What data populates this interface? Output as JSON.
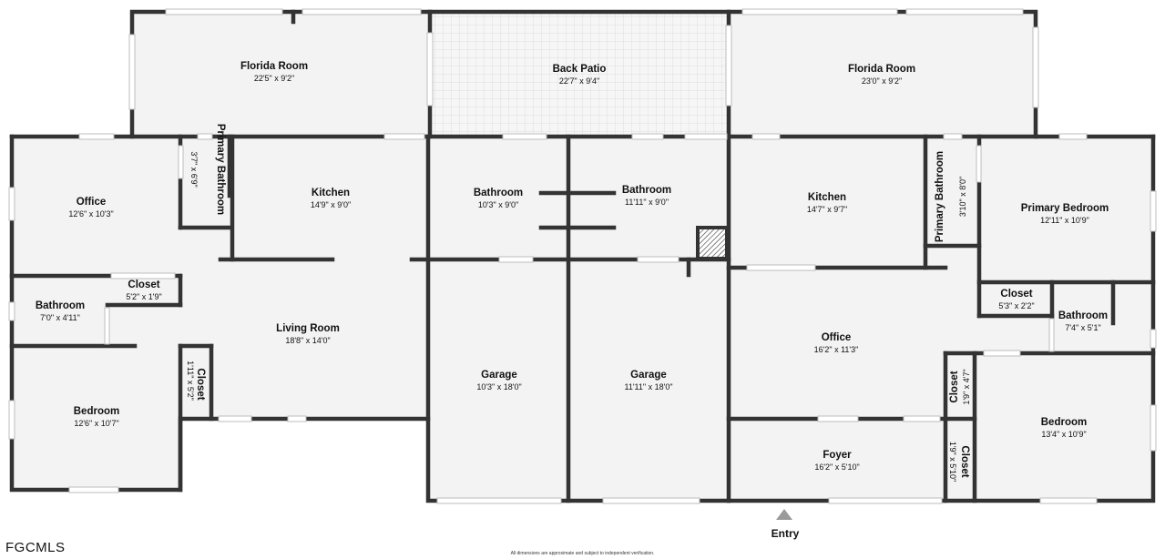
{
  "rooms": {
    "florida_room_left": {
      "name": "Florida Room",
      "dim": "22'5\" x 9'2\""
    },
    "back_patio": {
      "name": "Back Patio",
      "dim": "22'7\" x 9'4\""
    },
    "florida_room_right": {
      "name": "Florida Room",
      "dim": "23'0\" x 9'2\""
    },
    "office_left": {
      "name": "Office",
      "dim": "12'6\" x 10'3\""
    },
    "primary_bath_left": {
      "name": "Primary Bathroom",
      "dim": "3'7\" x 6'9\""
    },
    "kitchen_left": {
      "name": "Kitchen",
      "dim": "14'9\" x 9'0\""
    },
    "bathroom_mid_left": {
      "name": "Bathroom",
      "dim": "10'3\" x 9'0\""
    },
    "bathroom_mid_right": {
      "name": "Bathroom",
      "dim": "11'11\" x 9'0\""
    },
    "kitchen_right": {
      "name": "Kitchen",
      "dim": "14'7\" x 9'7\""
    },
    "primary_bath_right": {
      "name": "Primary Bathroom",
      "dim": "3'10\" x 8'0\""
    },
    "primary_bedroom": {
      "name": "Primary Bedroom",
      "dim": "12'11\" x 10'9\""
    },
    "closet_left_top": {
      "name": "Closet",
      "dim": "5'2\" x 1'9\""
    },
    "bathroom_left": {
      "name": "Bathroom",
      "dim": "7'0\" x 4'11\""
    },
    "living_room": {
      "name": "Living Room",
      "dim": "18'8\" x 14'0\""
    },
    "closet_left_vertical": {
      "name": "Closet",
      "dim": "1'11\" x 5'2\""
    },
    "bedroom_left": {
      "name": "Bedroom",
      "dim": "12'6\" x 10'7\""
    },
    "garage_left": {
      "name": "Garage",
      "dim": "10'3\" x 18'0\""
    },
    "garage_right": {
      "name": "Garage",
      "dim": "11'11\" x 18'0\""
    },
    "office_right": {
      "name": "Office",
      "dim": "16'2\" x 11'3\""
    },
    "closet_right_top": {
      "name": "Closet",
      "dim": "5'3\" x 2'2\""
    },
    "bathroom_right": {
      "name": "Bathroom",
      "dim": "7'4\" x 5'1\""
    },
    "closet_right_vertical_top": {
      "name": "Closet",
      "dim": "1'9\" x 4'7\""
    },
    "bedroom_right": {
      "name": "Bedroom",
      "dim": "13'4\" x 10'9\""
    },
    "foyer": {
      "name": "Foyer",
      "dim": "16'2\" x 5'10\""
    },
    "closet_right_vertical_bottom": {
      "name": "Closet",
      "dim": "1'9\" x 5'10\""
    }
  },
  "entry": {
    "label": "Entry"
  },
  "footer": {
    "brand": "FGCMLS",
    "disclaimer": "All dimensions are approximate and subject to independent verification."
  },
  "colors": {
    "wall": "#333333",
    "floor": "#f3f3f3",
    "window": "#bdbdbd",
    "arrow": "#9a9a9a"
  }
}
